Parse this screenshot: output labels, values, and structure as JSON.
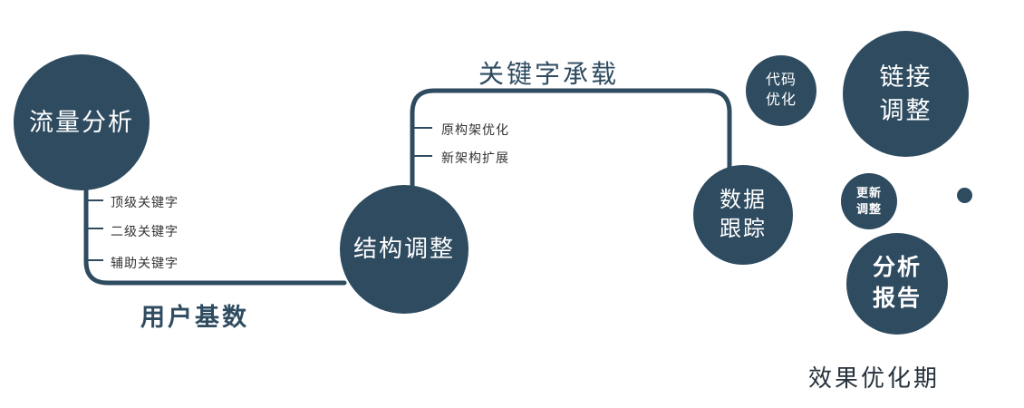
{
  "colors": {
    "navy": "#2e4b60"
  },
  "nodes": {
    "traffic": {
      "label": "流量分析"
    },
    "structure": {
      "label": "结构调整"
    },
    "tracking": {
      "label": "数据\n跟踪"
    },
    "code": {
      "label": "代码\n优化"
    },
    "link": {
      "label": "链接\n调整"
    },
    "update": {
      "label": "更新\n调整"
    },
    "report": {
      "label": "分析\n报告"
    }
  },
  "edge_labels": {
    "keyword_carry": "关键字承载",
    "user_base": "用户基数",
    "effect_period": "效果优化期"
  },
  "branch_labels": {
    "left": [
      "顶级关键字",
      "二级关键字",
      "辅助关键字"
    ],
    "middle": [
      "原构架优化",
      "新架构扩展"
    ]
  }
}
